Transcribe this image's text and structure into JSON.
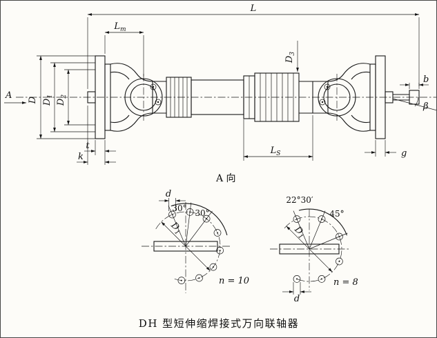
{
  "caption": "DH 型短伸缩焊接式万向联轴器",
  "view_label": "A 向",
  "dims": {
    "L": "L",
    "Lm": {
      "base": "L",
      "sub": "m"
    },
    "D3": {
      "base": "D",
      "sub": "3"
    },
    "A": "A",
    "D": "D",
    "D1": {
      "base": "D",
      "sub": "1"
    },
    "D2": {
      "base": "D",
      "sub": "2"
    },
    "t": "t",
    "k": "k",
    "Ls": {
      "base": "L",
      "sub": "S"
    },
    "g": "g",
    "b": "b",
    "beta": "β"
  },
  "left_flange_view": {
    "d": "d",
    "angle1": "30°",
    "angle2": "30°",
    "D1": {
      "base": "D",
      "sub": "1"
    },
    "n": "n = 10"
  },
  "right_flange_view": {
    "angle1": "22°30′",
    "angle2": "45°",
    "D1": {
      "base": "D",
      "sub": "1"
    },
    "d": "d",
    "n": "n = 8"
  }
}
